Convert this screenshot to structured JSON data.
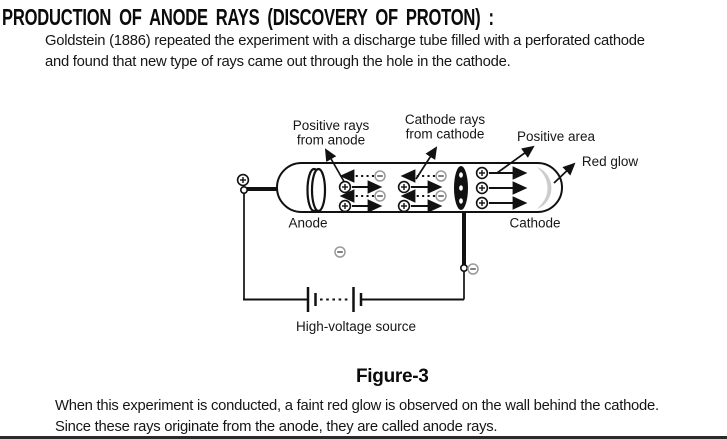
{
  "page": {
    "heading": "PRODUCTION OF ANODE RAYS (DISCOVERY OF PROTON) :",
    "intro": {
      "line1": "Goldstein (1886) repeated the experiment with a discharge tube filled with a perforated cathode",
      "line2": "and found that new type of rays came out through the hole in the cathode."
    },
    "figure_caption": "Figure-3",
    "conclusion": {
      "line1": "When this experiment is conducted, a faint red glow is observed on the wall behind the cathode.",
      "line2": "Since these rays originate from the anode, they are called anode rays."
    }
  },
  "diagram": {
    "labels": {
      "positive_rays_line1": "Positive rays",
      "positive_rays_line2": "from anode",
      "cathode_rays_line1": "Cathode rays",
      "cathode_rays_line2": "from cathode",
      "positive_area": "Positive area",
      "red_glow": "Red glow",
      "anode": "Anode",
      "cathode": "Cathode",
      "high_voltage_source": "High-voltage source"
    },
    "icons": {
      "plus_charge": "⊕",
      "minus_charge": "⊖"
    },
    "colors": {
      "ink": "#111111",
      "minus_charge_gray": "#999999",
      "glow_gray": "#cccccc",
      "background": "#ffffff"
    }
  }
}
